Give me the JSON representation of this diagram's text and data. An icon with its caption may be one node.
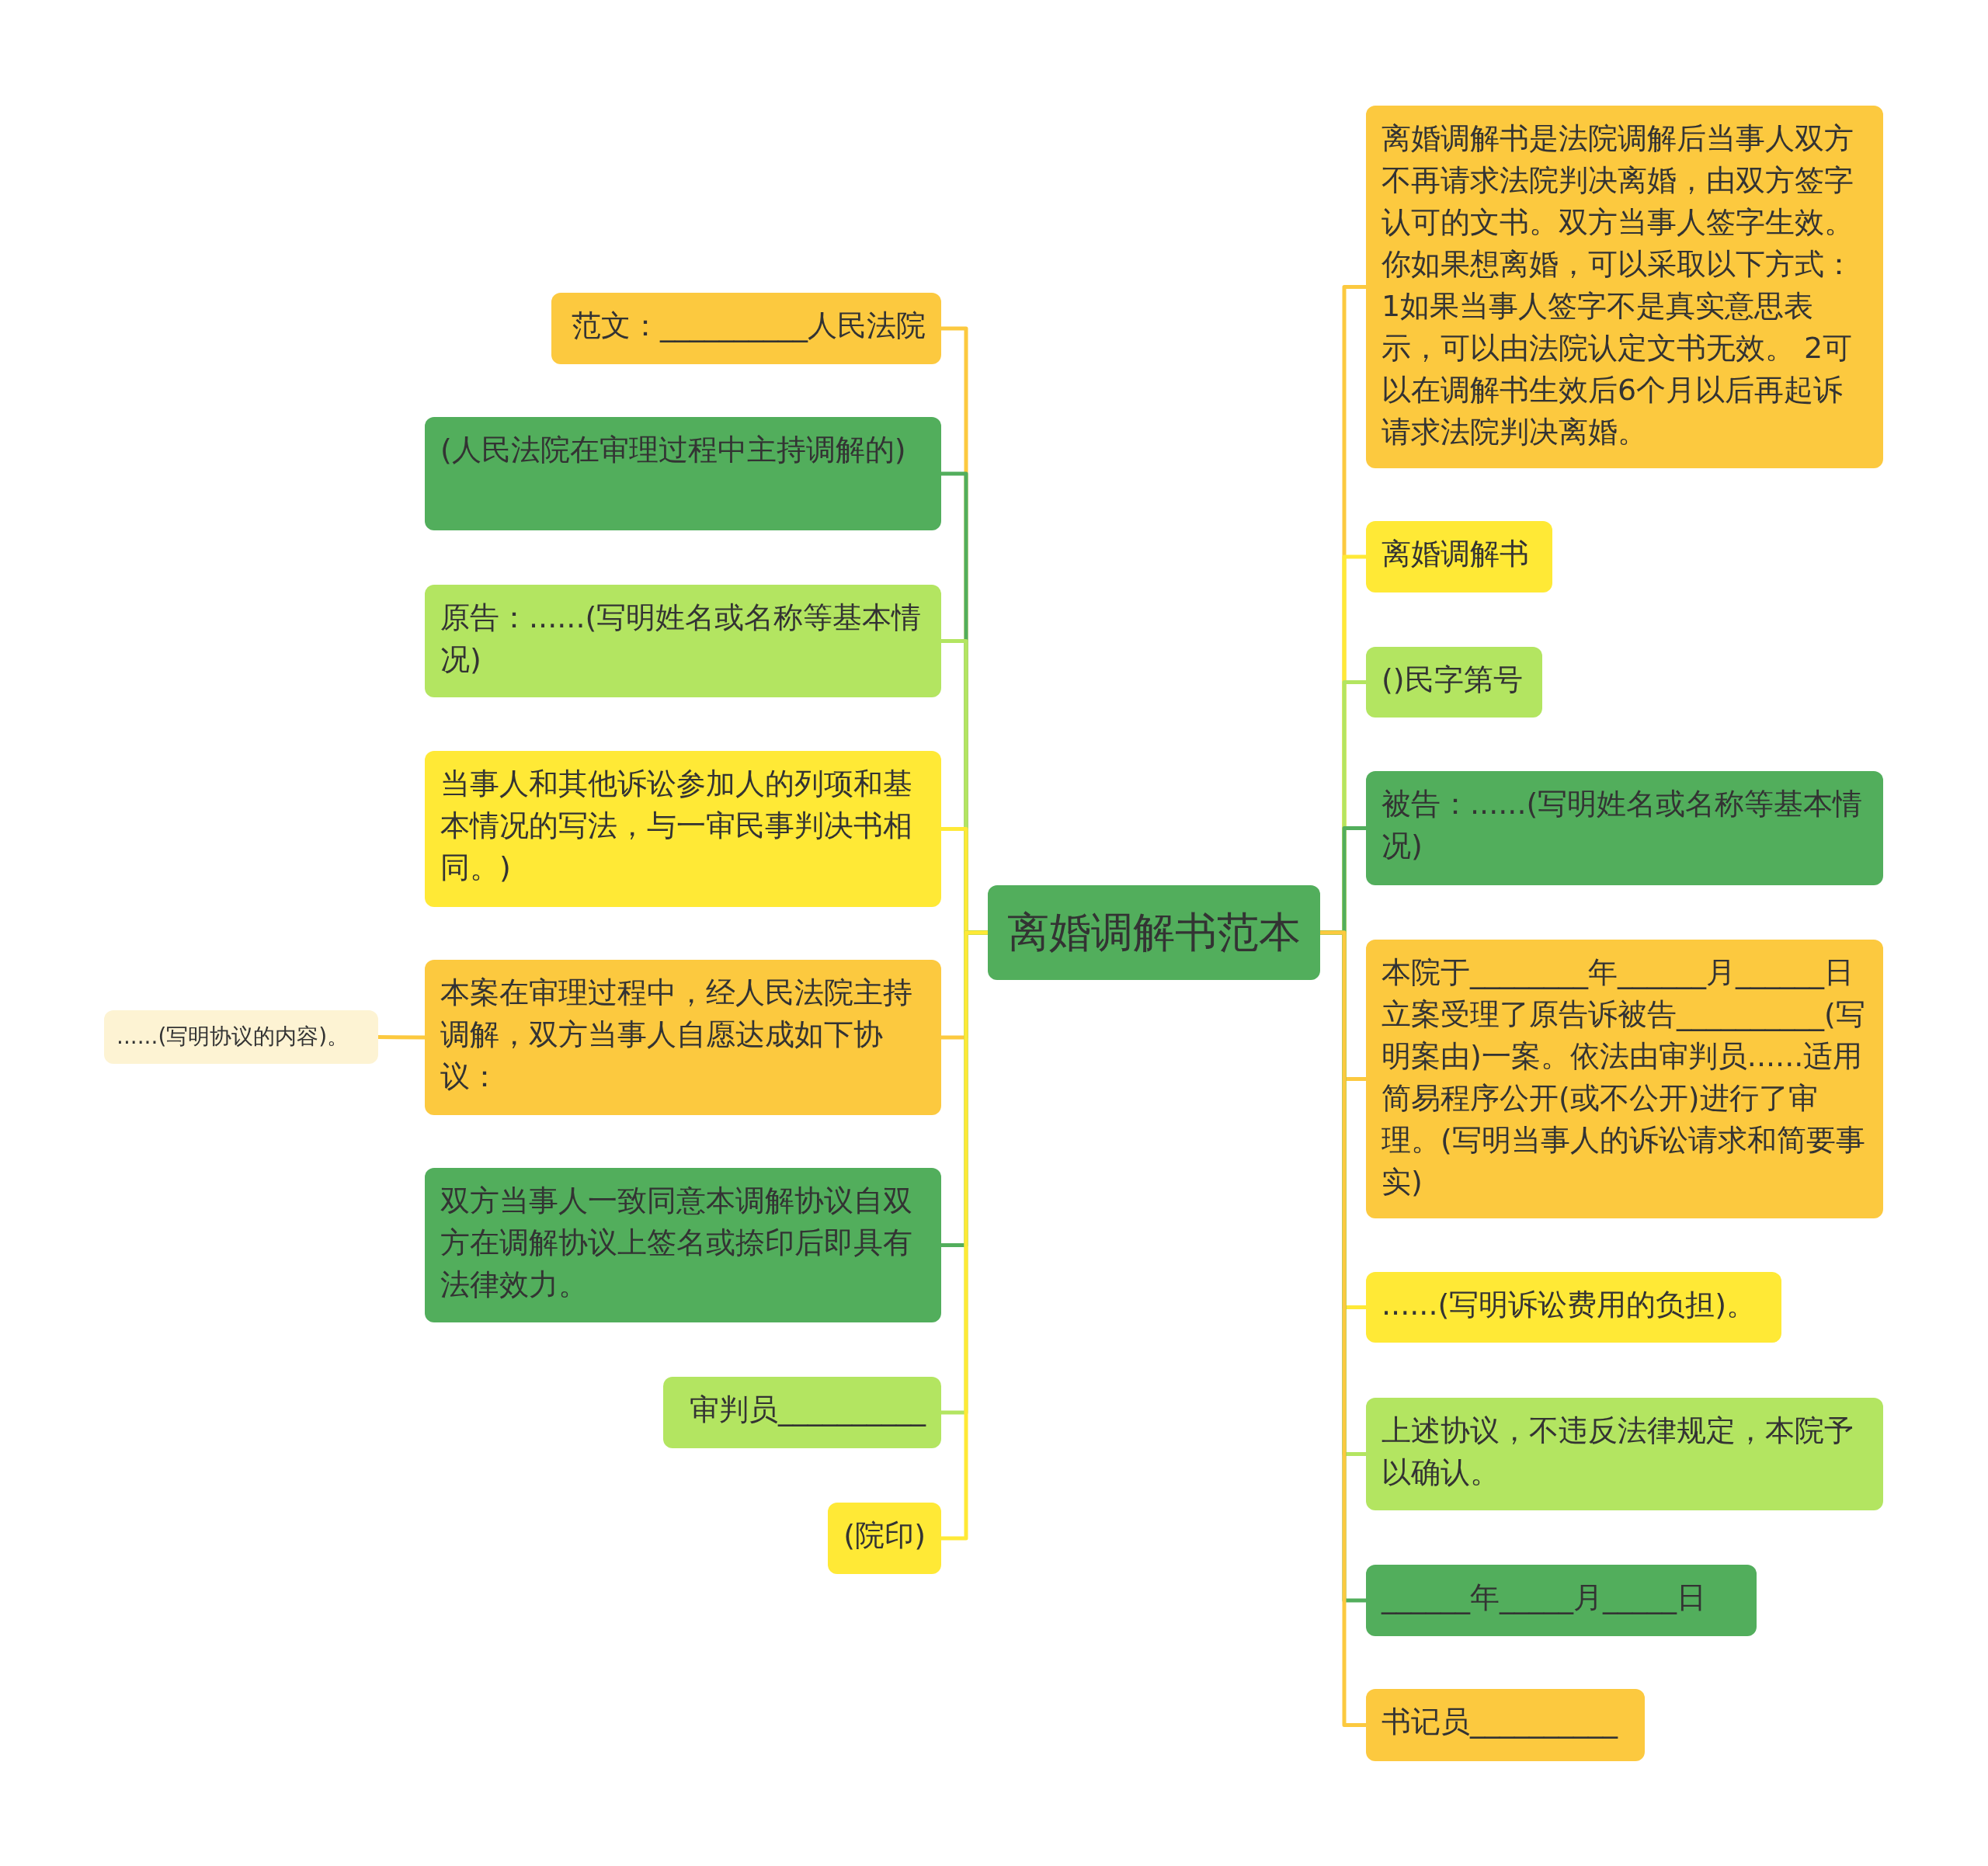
{
  "diagram": {
    "nodes": [
      {
        "text": [
          "离婚调解书范本"
        ]
      },
      {
        "text": [
          "范文：__________人民法院"
        ]
      },
      {
        "text": [
          "(人民法院在审理过程中主持调解的)"
        ]
      },
      {
        "text": [
          "原告：......(写明姓名或名称等基本情况)"
        ]
      },
      {
        "text": [
          "当事人和其他诉讼参加人的列项和基本情况的写法，与一审民事判决书相同。)"
        ]
      },
      {
        "text": [
          "本案在审理过程中，经人民法院主持调解，双方当事人自愿达成如下协议："
        ]
      },
      {
        "text": [
          "......(写明协议的内容)。"
        ]
      },
      {
        "text": [
          "双方当事人一致同意本调解协议自双方在调解协议上签名或捺印后即具有法律效力。"
        ]
      },
      {
        "text": [
          "审判员__________"
        ]
      },
      {
        "text": [
          "(院印)"
        ]
      },
      {
        "text": [
          "离婚调解书是法院调解后当事人双方不再请求法院判决离婚，由双方签字认可的文书。双方当事人签字生效。你如果想离婚，可以采取以下方式： 1如果当事人签字不是真实意思表示，可以由法院认定文书无效。 2可以在调解书生效后6个月以后再起诉请求法院判决离婚。"
        ]
      },
      {
        "text": [
          "离婚调解书"
        ]
      },
      {
        "text": [
          "()民字第号"
        ]
      },
      {
        "text": [
          "被告：......(写明姓名或名称等基本情况)"
        ]
      },
      {
        "text": [
          "本院于________年______月______日立案受理了原告诉被告__________(写明案由)一案。依法由审判员......适用简易程序公开(或不公开)进行了审理。(写明当事人的诉讼请求和简要事实)"
        ]
      },
      {
        "text": [
          "......(写明诉讼费用的负担)。"
        ]
      },
      {
        "text": [
          "上述协议，不违反法律规定，本院予以确认。"
        ]
      },
      {
        "text": [
          "______年_____月_____日"
        ]
      },
      {
        "text": [
          "书记员__________"
        ]
      }
    ],
    "edges": [
      {
        "from": 0,
        "to": 1,
        "arrow": "none"
      },
      {
        "from": 0,
        "to": 2,
        "arrow": "none",
        "color": "#52ae5c"
      },
      {
        "from": 0,
        "to": 3,
        "arrow": "none",
        "color": "#b3e561"
      },
      {
        "from": 0,
        "to": 4,
        "arrow": "none",
        "color": "#ffe936"
      },
      {
        "from": 0,
        "to": 5,
        "arrow": "none"
      },
      {
        "from": 5,
        "to": 6,
        "arrow": "none"
      },
      {
        "from": 0,
        "to": 7,
        "arrow": "none",
        "color": "#52ae5c"
      },
      {
        "from": 0,
        "to": 8,
        "arrow": "none",
        "color": "#b3e561"
      },
      {
        "from": 0,
        "to": 9,
        "arrow": "none",
        "color": "#ffe936"
      },
      {
        "from": 0,
        "to": 10,
        "arrow": "none"
      },
      {
        "from": 0,
        "to": 11,
        "arrow": "none",
        "color": "#ffe936"
      },
      {
        "from": 0,
        "to": 12,
        "arrow": "none",
        "color": "#b3e561"
      },
      {
        "from": 0,
        "to": 13,
        "arrow": "none",
        "color": "#52ae5c"
      },
      {
        "from": 0,
        "to": 14,
        "arrow": "none"
      },
      {
        "from": 0,
        "to": 15,
        "arrow": "none",
        "color": "#ffe936"
      },
      {
        "from": 0,
        "to": 16,
        "arrow": "none",
        "color": "#b3e561"
      },
      {
        "from": 0,
        "to": 17,
        "arrow": "none",
        "color": "#52ae5c"
      },
      {
        "from": 0,
        "to": 18,
        "arrow": "none"
      }
    ]
  }
}
